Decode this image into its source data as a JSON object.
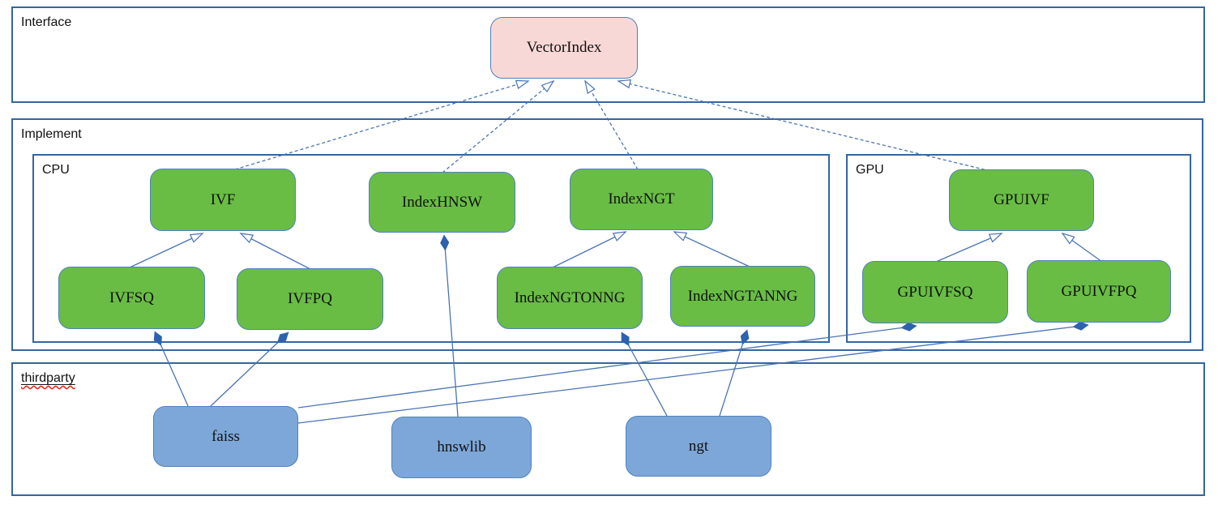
{
  "sections": {
    "interface": {
      "label": "Interface"
    },
    "implement": {
      "label": "Implement"
    },
    "cpu": {
      "label": "CPU"
    },
    "gpu": {
      "label": "GPU"
    },
    "thirdparty": {
      "label": "thirdparty"
    }
  },
  "nodes": {
    "vectorindex": {
      "label": "VectorIndex",
      "type": "interface"
    },
    "ivf": {
      "label": "IVF",
      "type": "cpu-implementation"
    },
    "indexhnsw": {
      "label": "IndexHNSW",
      "type": "cpu-implementation"
    },
    "indexngt": {
      "label": "IndexNGT",
      "type": "cpu-implementation"
    },
    "gpuivf": {
      "label": "GPUIVF",
      "type": "gpu-implementation"
    },
    "ivfsq": {
      "label": "IVFSQ",
      "type": "cpu-implementation"
    },
    "ivfpq": {
      "label": "IVFPQ",
      "type": "cpu-implementation"
    },
    "indexngtonng": {
      "label": "IndexNGTONNG",
      "type": "cpu-implementation"
    },
    "indexngtanng": {
      "label": "IndexNGTANNG",
      "type": "cpu-implementation"
    },
    "gpuivfsq": {
      "label": "GPUIVFSQ",
      "type": "gpu-implementation"
    },
    "gpuivfpq": {
      "label": "GPUIVFPQ",
      "type": "gpu-implementation"
    },
    "faiss": {
      "label": "faiss",
      "type": "thirdparty-library"
    },
    "hnswlib": {
      "label": "hnswlib",
      "type": "thirdparty-library"
    },
    "ngt": {
      "label": "ngt",
      "type": "thirdparty-library"
    }
  },
  "edges": [
    {
      "from": "IVF",
      "to": "VectorIndex",
      "type": "realization"
    },
    {
      "from": "IndexHNSW",
      "to": "VectorIndex",
      "type": "realization"
    },
    {
      "from": "IndexNGT",
      "to": "VectorIndex",
      "type": "realization"
    },
    {
      "from": "GPUIVF",
      "to": "VectorIndex",
      "type": "realization"
    },
    {
      "from": "IVFSQ",
      "to": "IVF",
      "type": "generalization"
    },
    {
      "from": "IVFPQ",
      "to": "IVF",
      "type": "generalization"
    },
    {
      "from": "IndexNGTONNG",
      "to": "IndexNGT",
      "type": "generalization"
    },
    {
      "from": "IndexNGTANNG",
      "to": "IndexNGT",
      "type": "generalization"
    },
    {
      "from": "GPUIVFSQ",
      "to": "GPUIVF",
      "type": "generalization"
    },
    {
      "from": "GPUIVFPQ",
      "to": "GPUIVF",
      "type": "generalization"
    },
    {
      "from": "faiss",
      "to": "IVFSQ",
      "type": "composition"
    },
    {
      "from": "faiss",
      "to": "IVFPQ",
      "type": "composition"
    },
    {
      "from": "faiss",
      "to": "GPUIVFSQ",
      "type": "composition"
    },
    {
      "from": "faiss",
      "to": "GPUIVFPQ",
      "type": "composition"
    },
    {
      "from": "hnswlib",
      "to": "IndexHNSW",
      "type": "composition"
    },
    {
      "from": "ngt",
      "to": "IndexNGTONNG",
      "type": "composition"
    },
    {
      "from": "ngt",
      "to": "IndexNGTANNG",
      "type": "composition"
    }
  ],
  "colors": {
    "interface_fill": "#f8d8d6",
    "implementation_fill": "#69bd45",
    "library_fill": "#7da7d8",
    "node_border": "#4f81bd",
    "section_border": "#3465a4",
    "edge_line": "#4a73b4",
    "composition_diamond": "#2e62ad",
    "spellcheck_underline": "#e0301e"
  }
}
